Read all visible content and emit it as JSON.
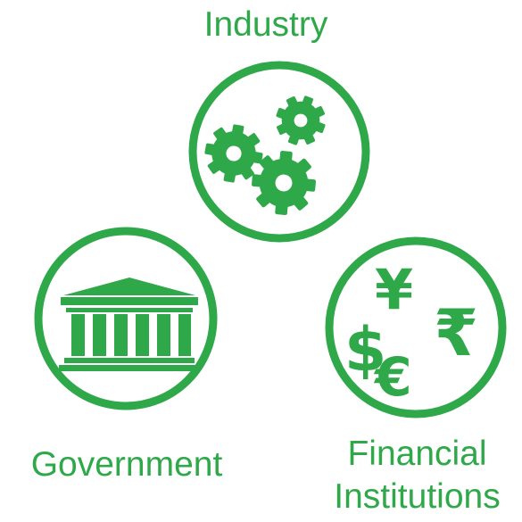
{
  "labels": {
    "industry": "Industry",
    "government": "Government",
    "financial_line1": "Financial",
    "financial_line2": "Institutions"
  },
  "icons": {
    "industry": "gears-icon",
    "government": "government-building-icon",
    "financial": "currency-symbols-icon"
  },
  "currency_symbols": {
    "dollar": "$",
    "yen": "¥",
    "rupee": "₹",
    "euro": "€"
  },
  "colors": {
    "accent": "#2fa84a"
  }
}
